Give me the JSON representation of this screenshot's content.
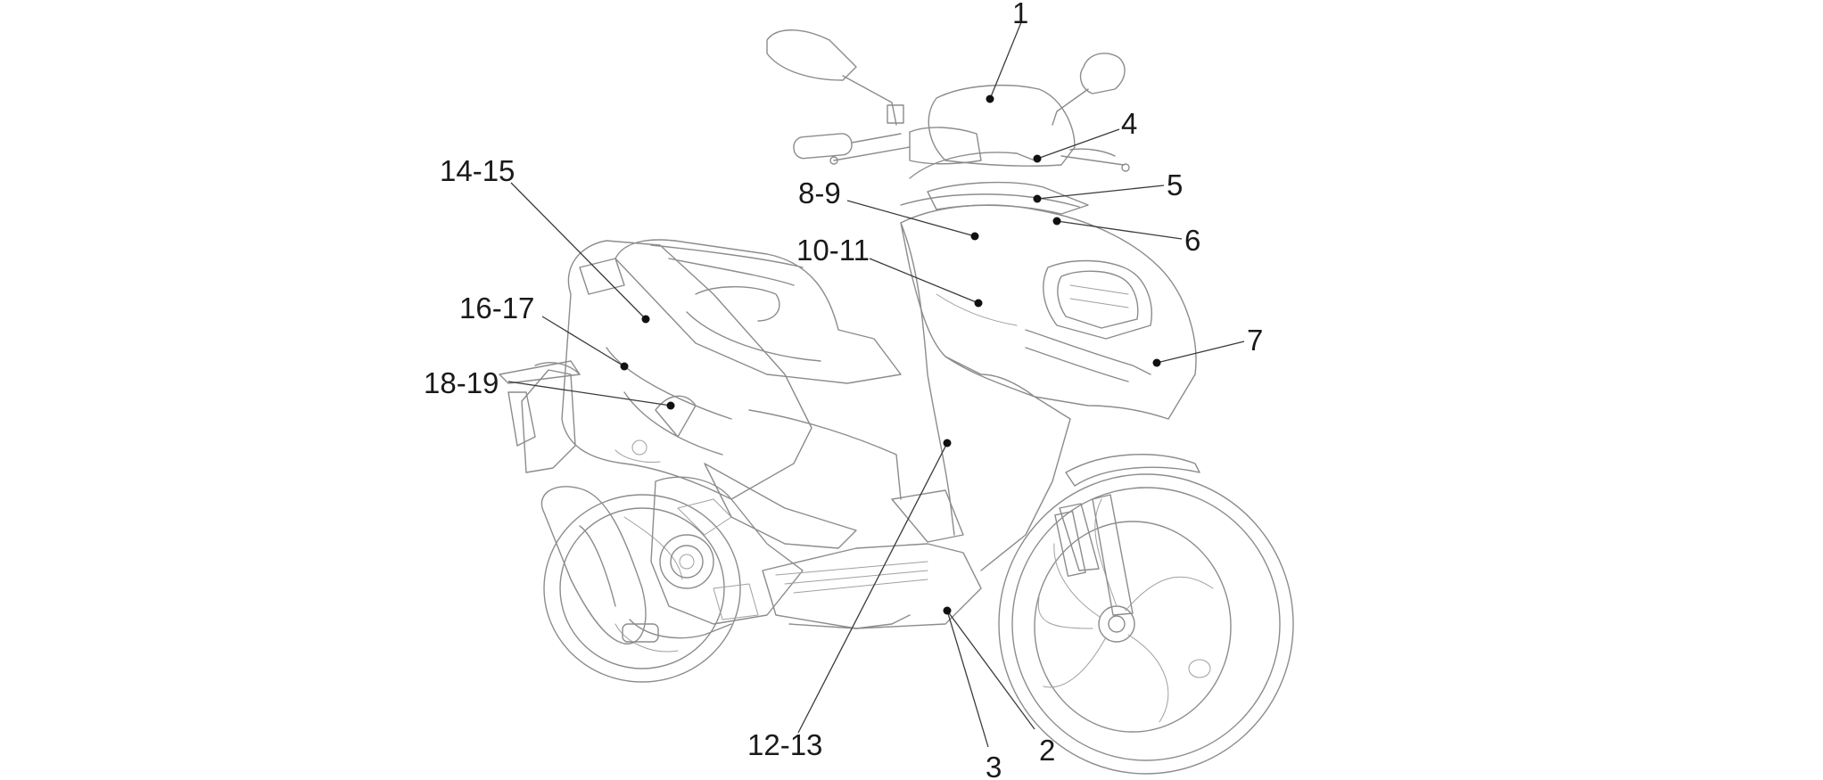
{
  "diagram": {
    "callouts": [
      {
        "id": "c1",
        "label": "1"
      },
      {
        "id": "c2",
        "label": "2"
      },
      {
        "id": "c3",
        "label": "3"
      },
      {
        "id": "c4",
        "label": "4"
      },
      {
        "id": "c5",
        "label": "5"
      },
      {
        "id": "c6",
        "label": "6"
      },
      {
        "id": "c7",
        "label": "7"
      },
      {
        "id": "c8",
        "label": "8-9"
      },
      {
        "id": "c10",
        "label": "10-11"
      },
      {
        "id": "c12",
        "label": "12-13"
      },
      {
        "id": "c14",
        "label": "14-15"
      },
      {
        "id": "c16",
        "label": "16-17"
      },
      {
        "id": "c18",
        "label": "18-19"
      }
    ]
  }
}
